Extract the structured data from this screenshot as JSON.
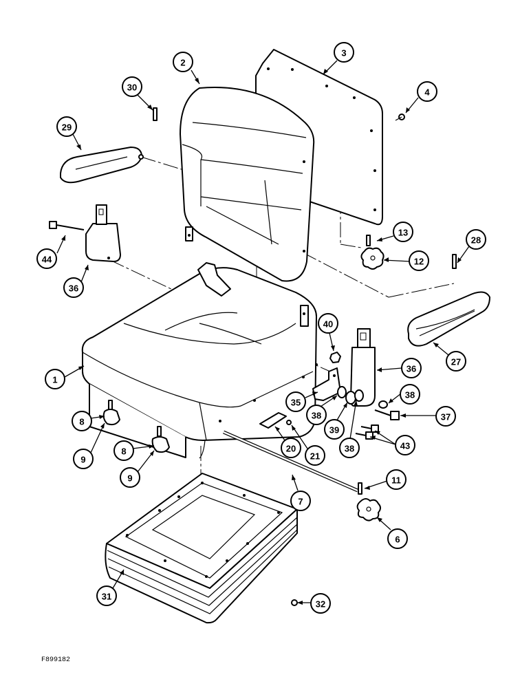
{
  "figure_code": "F899182",
  "callouts": [
    {
      "id": "c1",
      "label": "1"
    },
    {
      "id": "c2",
      "label": "2"
    },
    {
      "id": "c3",
      "label": "3"
    },
    {
      "id": "c4",
      "label": "4"
    },
    {
      "id": "c6",
      "label": "6"
    },
    {
      "id": "c7",
      "label": "7"
    },
    {
      "id": "c8a",
      "label": "8"
    },
    {
      "id": "c8b",
      "label": "8"
    },
    {
      "id": "c9a",
      "label": "9"
    },
    {
      "id": "c9b",
      "label": "9"
    },
    {
      "id": "c11",
      "label": "11"
    },
    {
      "id": "c12",
      "label": "12"
    },
    {
      "id": "c13",
      "label": "13"
    },
    {
      "id": "c20",
      "label": "20"
    },
    {
      "id": "c21",
      "label": "21"
    },
    {
      "id": "c27",
      "label": "27"
    },
    {
      "id": "c28",
      "label": "28"
    },
    {
      "id": "c29",
      "label": "29"
    },
    {
      "id": "c30",
      "label": "30"
    },
    {
      "id": "c31",
      "label": "31"
    },
    {
      "id": "c32",
      "label": "32"
    },
    {
      "id": "c35",
      "label": "35"
    },
    {
      "id": "c36a",
      "label": "36"
    },
    {
      "id": "c36b",
      "label": "36"
    },
    {
      "id": "c37",
      "label": "37"
    },
    {
      "id": "c38a",
      "label": "38"
    },
    {
      "id": "c38b",
      "label": "38"
    },
    {
      "id": "c38c",
      "label": "38"
    },
    {
      "id": "c39",
      "label": "39"
    },
    {
      "id": "c40",
      "label": "40"
    },
    {
      "id": "c43",
      "label": "43"
    },
    {
      "id": "c44",
      "label": "44"
    }
  ]
}
